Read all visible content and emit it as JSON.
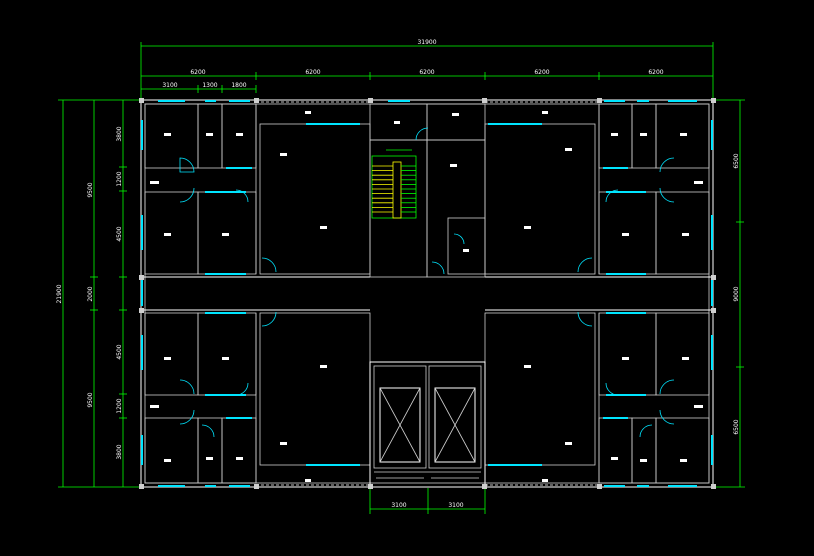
{
  "drawing": {
    "overall_width": "31900",
    "overall_height": "21900",
    "top_segments": [
      "6200",
      "6200",
      "6200",
      "6200",
      "6200"
    ],
    "top_sub_segments": [
      "3100",
      "1300",
      "1800"
    ],
    "left_left_segments": [
      "9500",
      "2000",
      "9500"
    ],
    "left_inner_segments": [
      "3800",
      "1200",
      "4500",
      "4500",
      "1200",
      "3800"
    ],
    "right_segments": [
      "6500",
      "9000",
      "6500"
    ],
    "bottom_segments": [
      "3100",
      "3100"
    ]
  },
  "colors": {
    "background": "#000000",
    "walls": "#ffffff",
    "dimensions": "#00ff00",
    "windows": "#00e5ff",
    "stairs": "#ffff00"
  }
}
